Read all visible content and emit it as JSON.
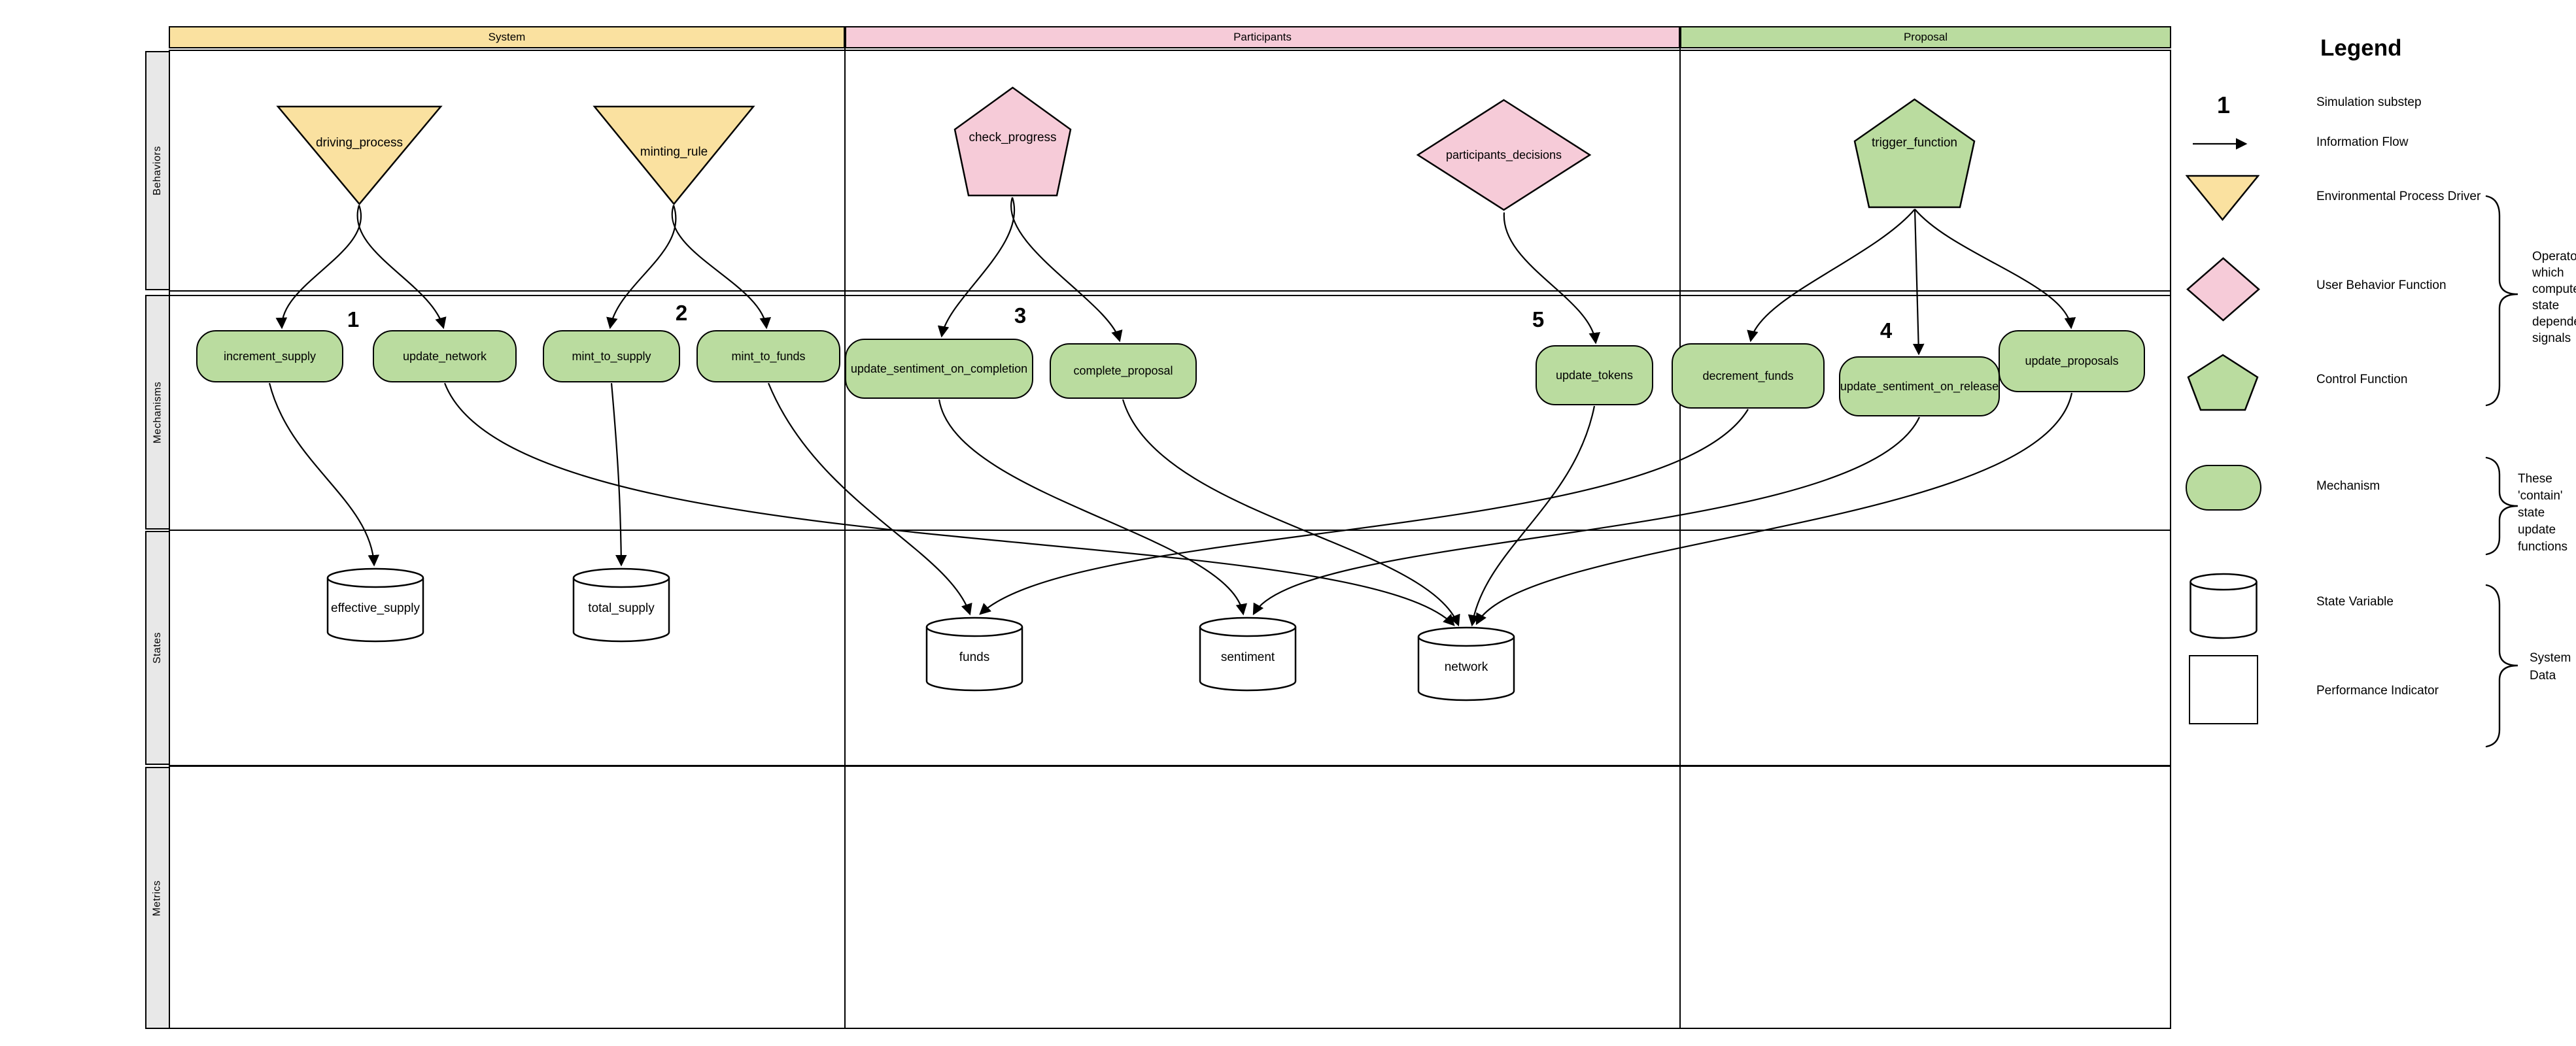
{
  "header": {
    "system": "System",
    "participants": "Participants",
    "proposal": "Proposal"
  },
  "lanes": {
    "behaviors": "Behaviors",
    "mechanisms": "Mechanisms",
    "states": "States",
    "metrics": "Metrics"
  },
  "nodes": {
    "driving_process": "driving_process",
    "minting_rule": "minting_rule",
    "check_progress": "check_progress",
    "participants_decisions": "participants_decisions",
    "trigger_function": "trigger_function",
    "increment_supply": "increment_supply",
    "update_network": "update_network",
    "mint_to_supply": "mint_to_supply",
    "mint_to_funds": "mint_to_funds",
    "update_sentiment_on_completion": "update_sentiment_on_completion",
    "complete_proposal": "complete_proposal",
    "update_tokens": "update_tokens",
    "decrement_funds": "decrement_funds",
    "update_sentiment_on_release": "update_sentiment_on_release",
    "update_proposals": "update_proposals",
    "effective_supply": "effective_supply",
    "total_supply": "total_supply",
    "funds": "funds",
    "sentiment": "sentiment",
    "network": "network"
  },
  "substeps": {
    "s1": "1",
    "s2": "2",
    "s3": "3",
    "s4": "4",
    "s5": "5"
  },
  "legend": {
    "title": "Legend",
    "substep_symbol": "1",
    "items": {
      "simulation_substep": "Simulation substep",
      "information_flow": "Information Flow",
      "environmental_process_driver": "Environmental Process Driver",
      "user_behavior_function": "User Behavior Function",
      "control_function": "Control Function",
      "mechanism": "Mechanism",
      "state_variable": "State Variable",
      "performance_indicator": "Performance Indicator"
    },
    "notes": {
      "functions": "Operators which compute state dependent signals",
      "mechanism": "These 'contain' state update functions",
      "system_data": "System Data"
    }
  },
  "colors": {
    "yellow": "#FAE1A0",
    "pink": "#F6CBD8",
    "green": "#BADC9F",
    "lane_gray": "#E8E8E8",
    "line": "#000000"
  }
}
